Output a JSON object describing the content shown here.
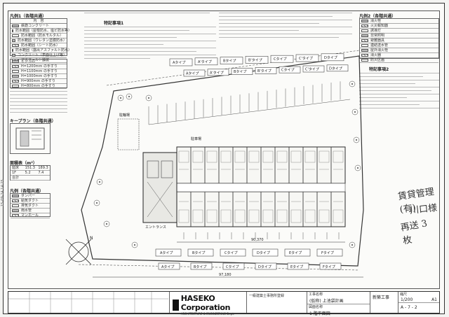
{
  "left_panel": {
    "legend1_title": "凡例1（各階共通）",
    "legend1_col": "内　容",
    "legend1_rows": [
      "鉄筋コンクリート",
      "防水範囲（屋根防水、塩ビ防水等）",
      "防水範囲（防水モルタル）",
      "防水範囲（ウレタン塗膜防水）",
      "防水範囲（シート防水）",
      "防水範囲（露出アスファルト防水）",
      "コンクリート（表面仕上げ等）",
      "アスファルト舗装"
    ],
    "legend_misc_rows": [
      "ピンコロ",
      "H=1200mm の手すり",
      "H=1100mm の手すり",
      "H=1000mm の手すり",
      "H=900mm の手すり",
      "H=800mm の手すり"
    ],
    "keyplan_title": "キープラン（各階共通）",
    "area_title": "面積表（m²）",
    "area_rows": [
      [
        "延床",
        "151.3",
        "189.3"
      ],
      [
        "1F",
        "5.2",
        "7.4"
      ],
      [
        "合計",
        "",
        ""
      ]
    ],
    "legend3_title": "凡例（各階共通）",
    "legend3_rows": [
      "ダンパー",
      "給気ダクト",
      "排気ダクト",
      "雨水管",
      "マンホール"
    ]
  },
  "notes_top": {
    "note1_title": "特記事項1",
    "legend2_title": "凡例2（各階共通）",
    "note2_title": "特記事項2"
  },
  "legend2_rows": [
    "消火栓",
    "火災報知器",
    "誘導灯",
    "非常照明",
    "避難器具",
    "連結送水管",
    "屋外消火栓",
    "消火器",
    "防火区画"
  ],
  "plan": {
    "type_labels_top": [
      "Aタイプ",
      "A'タイプ",
      "Bタイプ",
      "B'タイプ",
      "Cタイプ",
      "C'タイプ",
      "Dタイプ"
    ],
    "type_labels_bottom": [
      "Aタイプ",
      "Bタイプ",
      "Cタイプ",
      "Dタイプ",
      "Eタイプ",
      "Fタイプ"
    ],
    "label_entrance": "エントランス",
    "label_parking": "駐車場",
    "label_bike": "駐輪場",
    "dim_total": "97,180",
    "dim_bottom": "90,370",
    "scale_left": "N"
  },
  "handwriting": [
    "賃貸管理(有)",
    "川口様",
    "再送 3 枚"
  ],
  "title_block": {
    "company": "HASEKO Corporation",
    "company_sub": "ARCHITECTURE & ENGINEERING Dept.",
    "stamp_text": "一級建築士事務所登録",
    "project_label": "工事名称",
    "project": "(仮称) 上池袋計画",
    "drawing_label": "図面名称",
    "drawing": "1 階平面図",
    "dept": "新築工事",
    "scale": "1/200",
    "scale_label": "縮尺",
    "sheet_no": "A - 7 - 2",
    "size": "A1"
  },
  "margin_stamp": "15-09-24 14:25"
}
